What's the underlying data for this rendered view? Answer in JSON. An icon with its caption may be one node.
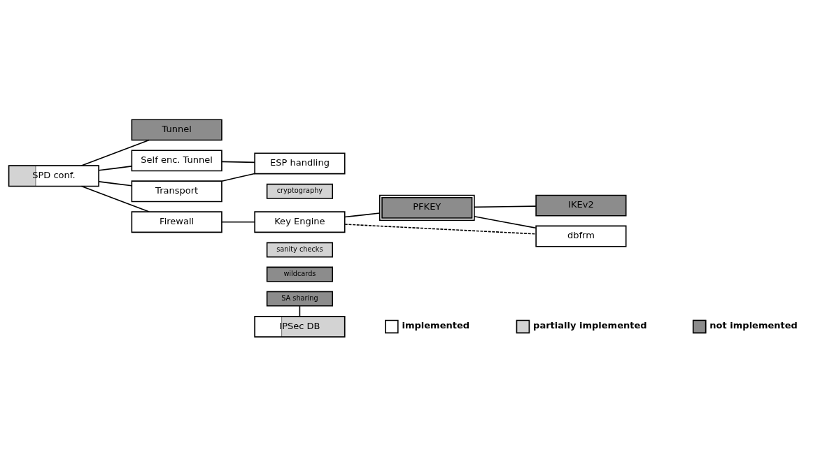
{
  "diagram": {
    "nodes": [
      {
        "text": [
          "SPD conf."
        ]
      },
      {
        "text": [
          "Tunnel"
        ]
      },
      {
        "text": [
          "Self enc. Tunnel"
        ]
      },
      {
        "text": [
          "Transport"
        ]
      },
      {
        "text": [
          "ESP handling"
        ]
      },
      {
        "text": [
          "cryptography"
        ]
      },
      {
        "text": [
          "Firewall"
        ]
      },
      {
        "text": [
          "Key Engine"
        ]
      },
      {
        "text": [
          "sanity checks"
        ]
      },
      {
        "text": [
          "wildcards"
        ]
      },
      {
        "text": [
          "SA sharing"
        ]
      },
      {
        "text": [
          "IPSec DB"
        ]
      },
      {
        "text": [
          "PFKEY"
        ]
      },
      {
        "text": [
          "IKEv2"
        ]
      },
      {
        "text": [
          "dbfrm"
        ]
      }
    ],
    "edges": [
      {
        "from": 0,
        "to": 1,
        "arrow": "none"
      },
      {
        "from": 0,
        "to": 2,
        "arrow": "none"
      },
      {
        "from": 0,
        "to": 3,
        "arrow": "none"
      },
      {
        "from": 0,
        "to": 6,
        "arrow": "none"
      },
      {
        "from": 2,
        "to": 4,
        "arrow": "none"
      },
      {
        "from": 3,
        "to": 4,
        "arrow": "none"
      },
      {
        "from": 6,
        "to": 7,
        "arrow": "none"
      },
      {
        "from": 7,
        "to": 12,
        "arrow": "none"
      },
      {
        "from": 12,
        "to": 13,
        "arrow": "none"
      },
      {
        "from": 12,
        "to": 14,
        "arrow": "none"
      },
      {
        "from": 7,
        "to": 14,
        "arrow": "none",
        "style": "dashed"
      },
      {
        "from": 10,
        "to": 11,
        "arrow": "none"
      }
    ],
    "legend": [
      {
        "text": "implemented",
        "color": "#ffffff"
      },
      {
        "text": "partially implemented",
        "color": "#d3d3d3"
      },
      {
        "text": "not implemented",
        "color": "#8c8c8c"
      }
    ]
  }
}
